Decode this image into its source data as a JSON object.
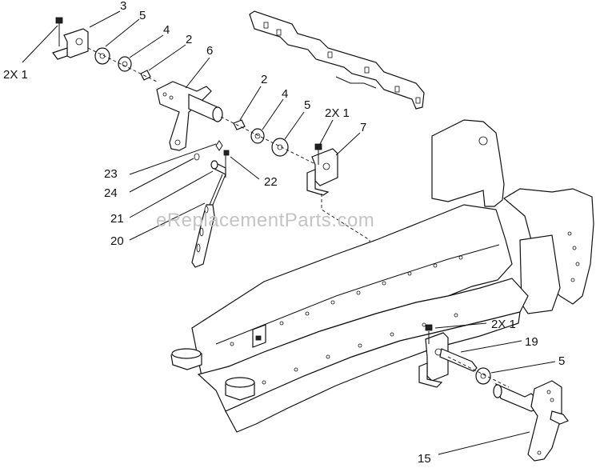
{
  "watermark": "eReplacementParts.com",
  "callouts": [
    {
      "id": "c-2x1-top-left",
      "text": "2X 1"
    },
    {
      "id": "c-3",
      "text": "3"
    },
    {
      "id": "c-5-top",
      "text": "5"
    },
    {
      "id": "c-4-top",
      "text": "4"
    },
    {
      "id": "c-2-top",
      "text": "2"
    },
    {
      "id": "c-6",
      "text": "6"
    },
    {
      "id": "c-2-mid",
      "text": "2"
    },
    {
      "id": "c-4-mid",
      "text": "4"
    },
    {
      "id": "c-5-mid",
      "text": "5"
    },
    {
      "id": "c-2x1-mid",
      "text": "2X 1"
    },
    {
      "id": "c-7",
      "text": "7"
    },
    {
      "id": "c-23",
      "text": "23"
    },
    {
      "id": "c-22",
      "text": "22"
    },
    {
      "id": "c-24",
      "text": "24"
    },
    {
      "id": "c-21",
      "text": "21"
    },
    {
      "id": "c-20",
      "text": "20"
    },
    {
      "id": "c-2x1-bottom",
      "text": "2X 1"
    },
    {
      "id": "c-19",
      "text": "19"
    },
    {
      "id": "c-5-bottom",
      "text": "5"
    },
    {
      "id": "c-15",
      "text": "15"
    }
  ]
}
